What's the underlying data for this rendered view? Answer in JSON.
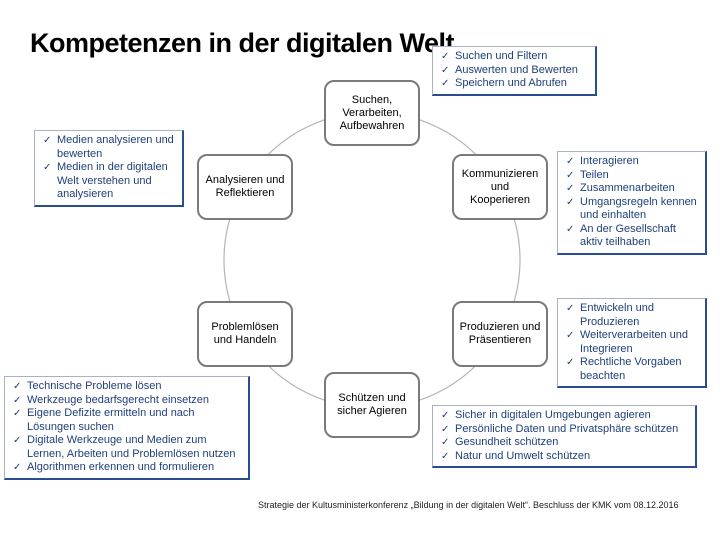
{
  "title": "Kompetenzen in der digitalen Welt",
  "nodes": {
    "suchen": "Suchen,\nVerarbeiten,\nAufbewahren",
    "kommunizieren": "Kommunizieren\nund\nKooperieren",
    "produzieren": "Produzieren und\nPräsentieren",
    "schuetzen": "Schützen und\nsicher Agieren",
    "problemloesen": "Problemlösen\nund Handeln",
    "analysieren": "Analysieren und\nReflektieren"
  },
  "boxes": {
    "suchen": [
      "Suchen und Filtern",
      "Auswerten und Bewerten",
      "Speichern und Abrufen"
    ],
    "kommunizieren": [
      "Interagieren",
      "Teilen",
      "Zusammenarbeiten",
      "Umgangsregeln kennen und einhalten",
      "An der Gesellschaft aktiv teilhaben"
    ],
    "produzieren": [
      "Entwickeln und Produzieren",
      "Weiterverarbeiten und Integrieren",
      "Rechtliche Vorgaben beachten"
    ],
    "schuetzen": [
      "Sicher in digitalen Umgebungen agieren",
      "Persönliche Daten und Privatsphäre schützen",
      "Gesundheit schützen",
      "Natur und Umwelt schützen"
    ],
    "problemloesen": [
      "Technische Probleme lösen",
      "Werkzeuge bedarfsgerecht einsetzen",
      "Eigene Defizite ermitteln und nach Lösungen suchen",
      "Digitale Werkzeuge und Medien zum Lernen, Arbeiten und Problemlösen nutzen",
      "Algorithmen erkennen und formulieren"
    ],
    "analysieren": [
      "Medien analysieren und bewerten",
      "Medien in der digitalen Welt verstehen und analysieren"
    ]
  },
  "footer": "Strategie der Kultusministerkonferenz „Bildung in der digitalen Welt“. Beschluss der KMK vom 08.12.2016",
  "colors": {
    "list_text": "#1f3f7a",
    "box_accent": "#2a4d8f",
    "node_border": "#7a7a7a"
  }
}
